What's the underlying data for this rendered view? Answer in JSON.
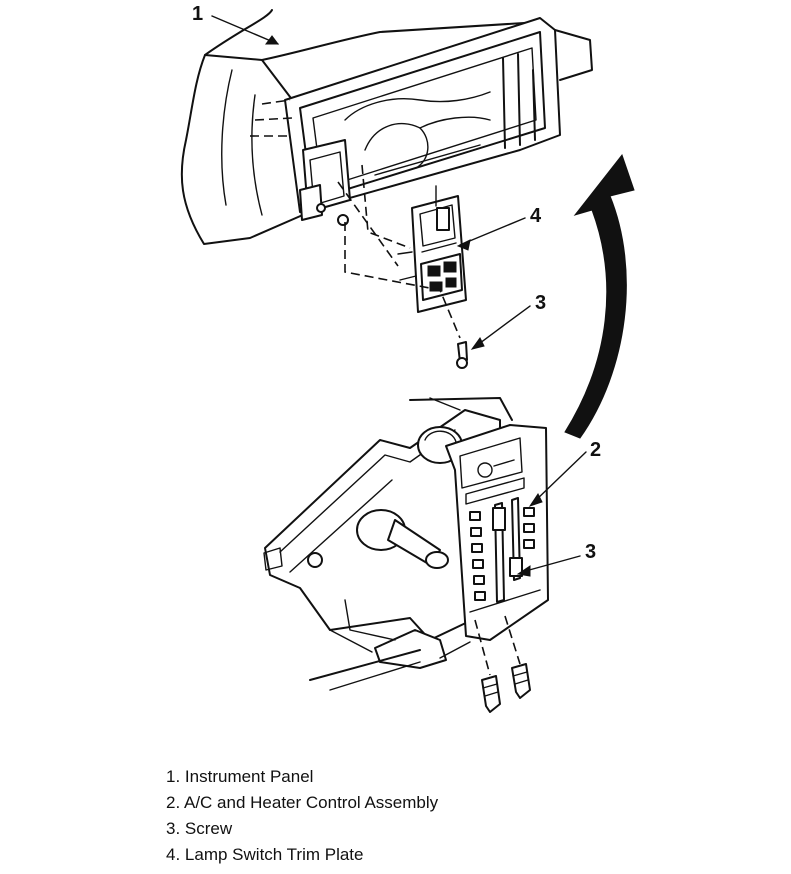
{
  "callouts": {
    "c1": "1",
    "c2": "2",
    "c3_top": "3",
    "c3_bottom": "3",
    "c4": "4"
  },
  "legend": [
    {
      "num": "1.",
      "label": "Instrument Panel"
    },
    {
      "num": "2.",
      "label": "A/C and Heater Control Assembly"
    },
    {
      "num": "3.",
      "label": "Screw"
    },
    {
      "num": "4.",
      "label": "Lamp Switch Trim Plate"
    }
  ]
}
